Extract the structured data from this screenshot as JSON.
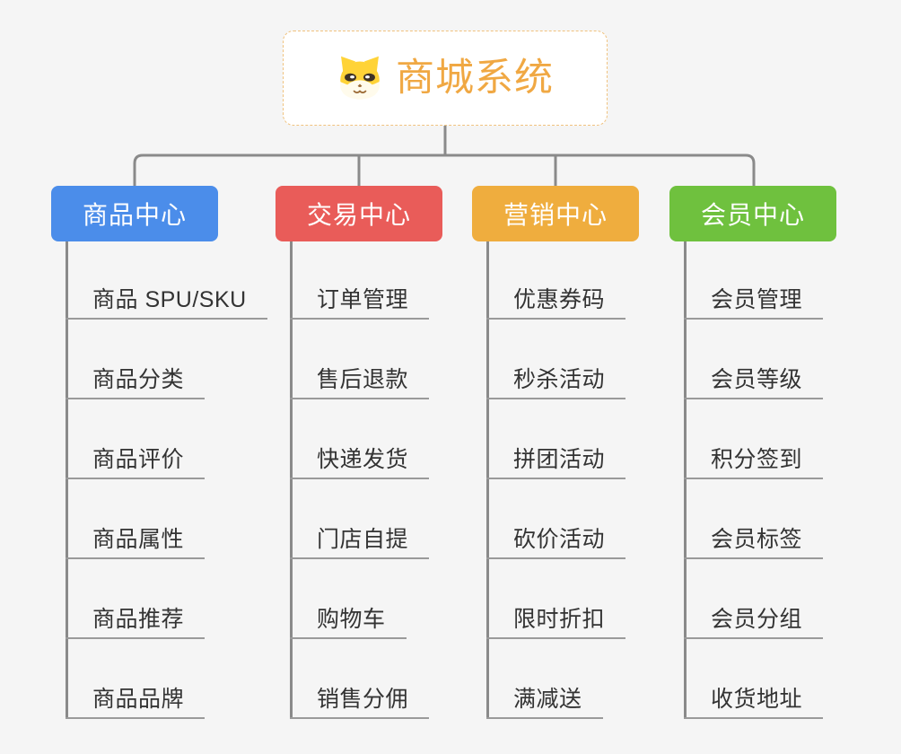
{
  "background_color": "#F5F5F5",
  "connector_color": "#8A8A8A",
  "root": {
    "title": "商城系统",
    "title_color": "#F0A843",
    "icon": "shiba-dog-icon"
  },
  "branches": [
    {
      "label": "商品中心",
      "color": "#4B8DEA",
      "items": [
        "商品 SPU/SKU",
        "商品分类",
        "商品评价",
        "商品属性",
        "商品推荐",
        "商品品牌"
      ]
    },
    {
      "label": "交易中心",
      "color": "#E95C59",
      "items": [
        "订单管理",
        "售后退款",
        "快递发货",
        "门店自提",
        "购物车",
        "销售分佣"
      ]
    },
    {
      "label": "营销中心",
      "color": "#EFAD3E",
      "items": [
        "优惠券码",
        "秒杀活动",
        "拼团活动",
        "砍价活动",
        "限时折扣",
        "满减送"
      ]
    },
    {
      "label": "会员中心",
      "color": "#6FC13E",
      "items": [
        "会员管理",
        "会员等级",
        "积分签到",
        "会员标签",
        "会员分组",
        "收货地址"
      ]
    }
  ]
}
